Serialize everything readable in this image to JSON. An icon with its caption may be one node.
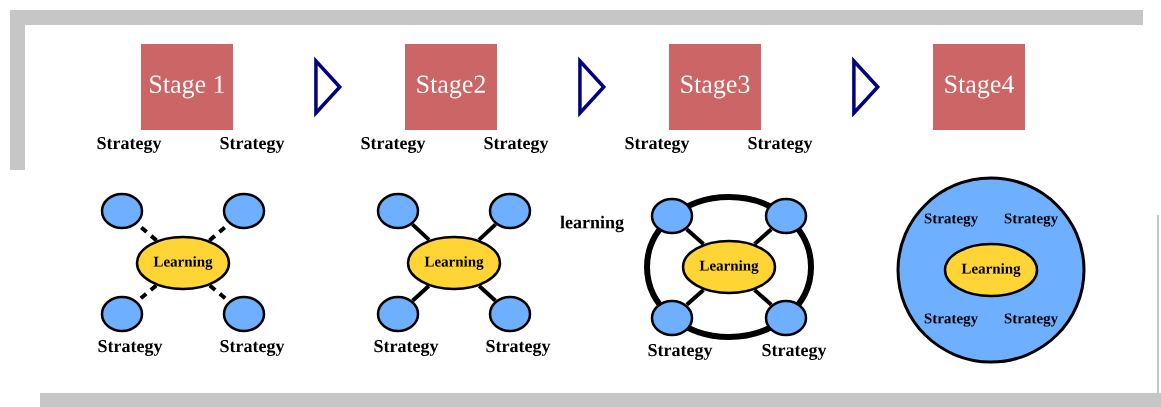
{
  "diagram": {
    "nodes": [
      {
        "text": [
          "Stage 1"
        ],
        "beside": [
          "Strategy",
          "Strategy"
        ]
      },
      {
        "text": [
          "Stage2"
        ],
        "beside": [
          "Strategy",
          "Strategy"
        ]
      },
      {
        "text": [
          "Stage3"
        ],
        "beside": [
          "Strategy",
          "Strategy"
        ]
      },
      {
        "text": [
          "Stage4"
        ]
      },
      {
        "text": [
          "Learning"
        ]
      },
      {
        "text": [],
        "shape": "circle"
      },
      {
        "text": [],
        "shape": "circle"
      },
      {
        "text": [],
        "shape": "circle",
        "beside": [
          "Strategy"
        ]
      },
      {
        "text": [],
        "shape": "circle",
        "beside": [
          "Strategy"
        ]
      },
      {
        "text": [
          "Learning"
        ]
      },
      {
        "text": [],
        "shape": "circle"
      },
      {
        "text": [],
        "shape": "circle"
      },
      {
        "text": [],
        "shape": "circle",
        "beside": [
          "Strategy"
        ]
      },
      {
        "text": [],
        "shape": "circle",
        "beside": [
          "Strategy"
        ]
      },
      {
        "text": [],
        "shape": "circle"
      },
      {
        "text": [
          "Learning"
        ],
        "in": 14
      },
      {
        "text": [],
        "shape": "circle"
      },
      {
        "text": [],
        "shape": "circle"
      },
      {
        "text": [],
        "shape": "circle",
        "beside": [
          "Strategy"
        ]
      },
      {
        "text": [],
        "shape": "circle",
        "beside": [
          "Strategy"
        ]
      },
      {
        "text": [
          "Strategy",
          "Strategy",
          "Strategy",
          "Strategy"
        ]
      },
      {
        "text": [
          "Learning"
        ],
        "in": 20
      }
    ],
    "edges": [
      {
        "from": 0,
        "to": 1,
        "arrow": "to"
      },
      {
        "from": 1,
        "to": 2,
        "arrow": "to"
      },
      {
        "from": 2,
        "to": 3,
        "arrow": "to"
      },
      {
        "from": 4,
        "to": 5,
        "arrow": "none",
        "style": "dashed"
      },
      {
        "from": 4,
        "to": 6,
        "arrow": "none",
        "style": "dashed"
      },
      {
        "from": 4,
        "to": 7,
        "arrow": "none",
        "style": "dashed"
      },
      {
        "from": 4,
        "to": 8,
        "arrow": "none",
        "style": "dashed"
      },
      {
        "from": 9,
        "to": 10,
        "arrow": "none"
      },
      {
        "from": 9,
        "to": 11,
        "arrow": "none"
      },
      {
        "from": 9,
        "to": 12,
        "arrow": "none"
      },
      {
        "from": 9,
        "to": 13,
        "arrow": "none"
      },
      {
        "from": 15,
        "to": 16,
        "arrow": "none"
      },
      {
        "from": 15,
        "to": 17,
        "arrow": "none"
      },
      {
        "from": 15,
        "to": 18,
        "arrow": "none"
      },
      {
        "from": 15,
        "to": 19,
        "arrow": "none"
      }
    ],
    "labels": [
      "learning"
    ]
  }
}
